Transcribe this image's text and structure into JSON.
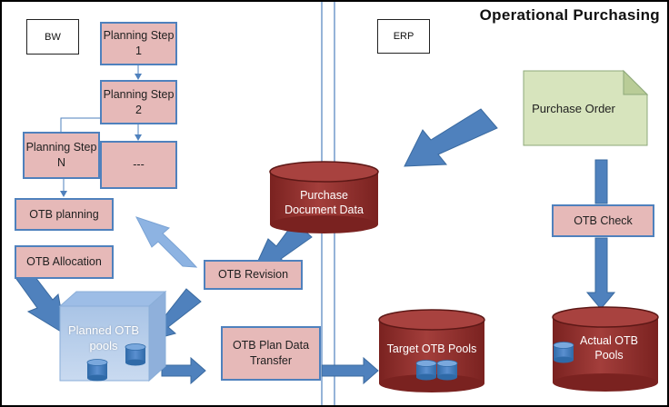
{
  "title": "Operational Purchasing",
  "zones": {
    "bw": "BW",
    "erp": "ERP"
  },
  "planning": {
    "step1": "Planning Step 1",
    "step2": "Planning Step 2",
    "stepN": "Planning Step N",
    "ellipsis": "---",
    "otb_planning": "OTB planning",
    "otb_allocation": "OTB Allocation"
  },
  "otb_revision": "OTB Revision",
  "planned_pools": "Planned OTB pools",
  "transfer": "OTB Plan Data Transfer",
  "purchase_doc_data": "Purchase Document Data",
  "purchase_order": "Purchase Order",
  "otb_check": "OTB Check",
  "target_pools": "Target OTB Pools",
  "actual_pools": "Actual OTB Pools",
  "colors": {
    "pink_box": "#e6b9b8",
    "box_border": "#4f81bd",
    "cylinder": "#953735",
    "arrow": "#4f81bd",
    "pale_arrow": "#8db3e2",
    "green_box": "#d7e4bd",
    "cube": "#b9cde5"
  }
}
